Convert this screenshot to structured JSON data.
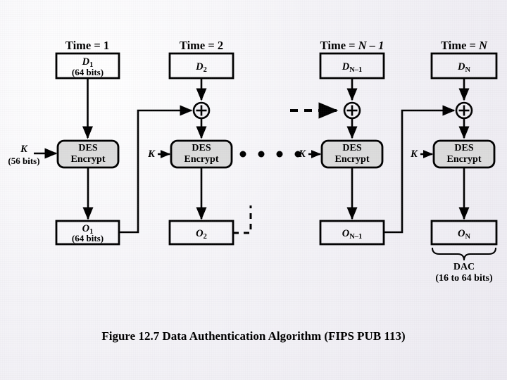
{
  "figure": {
    "caption_prefix": "Figure 12.7",
    "caption_title": "Data Authentication Algorithm (FIPS PUB 113)",
    "caption_full": "Figure 12.7  Data Authentication Algorithm (FIPS PUB 113)",
    "background_color": "#f1f0f5",
    "line_color": "#000000",
    "des_fill_color": "#dcdcdc"
  },
  "key_input": {
    "symbol": "K",
    "size_label": "(56 bits)"
  },
  "columns": [
    {
      "id": "stage-1",
      "time_label_prefix": "Time = ",
      "time_label_value": "1",
      "time_label": "Time = 1",
      "data_symbol": "D",
      "data_subscript": "1",
      "data_label": "D1",
      "data_size_label": "(64 bits)",
      "has_xor": false,
      "des_line1": "DES",
      "des_line2": "Encrypt",
      "key_symbol": "K",
      "key_size_label": "(56 bits)",
      "output_symbol": "O",
      "output_subscript": "1",
      "output_label": "O1",
      "output_size_label": "(64 bits)"
    },
    {
      "id": "stage-2",
      "time_label_prefix": "Time = ",
      "time_label_value": "2",
      "time_label": "Time = 2",
      "data_symbol": "D",
      "data_subscript": "2",
      "data_label": "D2",
      "data_size_label": "",
      "has_xor": true,
      "des_line1": "DES",
      "des_line2": "Encrypt",
      "key_symbol": "K",
      "key_size_label": "",
      "output_symbol": "O",
      "output_subscript": "2",
      "output_label": "O2",
      "output_size_label": ""
    },
    {
      "id": "stage-n-minus-1",
      "time_label_prefix": "Time = ",
      "time_label_value": "N – 1",
      "time_label": "Time = N – 1",
      "data_symbol": "D",
      "data_subscript": "N–1",
      "data_label": "DN–1",
      "data_size_label": "",
      "has_xor": true,
      "des_line1": "DES",
      "des_line2": "Encrypt",
      "key_symbol": "K",
      "key_size_label": "",
      "output_symbol": "O",
      "output_subscript": "N–1",
      "output_label": "ON–1",
      "output_size_label": ""
    },
    {
      "id": "stage-n",
      "time_label_prefix": "Time = ",
      "time_label_value": "N",
      "time_label": "Time = N",
      "data_symbol": "D",
      "data_subscript": "N",
      "data_label": "DN",
      "data_size_label": "",
      "has_xor": true,
      "des_line1": "DES",
      "des_line2": "Encrypt",
      "key_symbol": "K",
      "key_size_label": "",
      "output_symbol": "O",
      "output_subscript": "N",
      "output_label": "ON",
      "output_size_label": ""
    }
  ],
  "xor_symbol": "+",
  "ellipsis": {
    "dot_count": 4,
    "dashed_arrow": true
  },
  "result": {
    "brace_label": "DAC",
    "brace_size_label": "(16 to 64 bits)"
  }
}
